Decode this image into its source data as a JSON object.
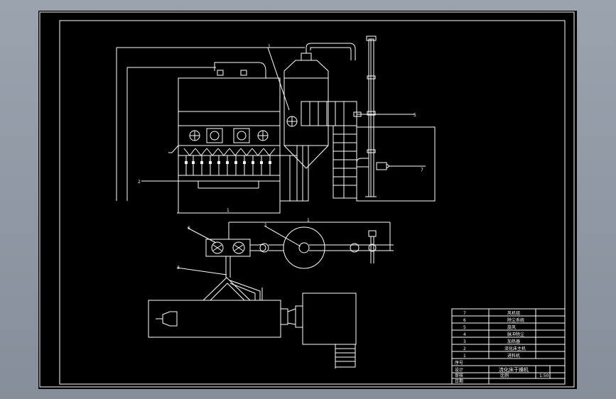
{
  "colors": {
    "background": "#8e97a3",
    "paper": "#000000",
    "line": "#ffffff"
  },
  "callouts": {
    "top_1": "1",
    "right_5": "5",
    "right_7": "7",
    "left_2": "2",
    "left_3": "3",
    "mid_1": "1",
    "mid_6": "6",
    "top_6": "6"
  },
  "title_block": {
    "rows": [
      {
        "no": "7",
        "name": "风机组"
      },
      {
        "no": "6",
        "name": "除尘系统"
      },
      {
        "no": "5",
        "name": "旋风"
      },
      {
        "no": "4",
        "name": "脉冲除尘"
      },
      {
        "no": "3",
        "name": "加热器"
      },
      {
        "no": "2",
        "name": "流化床主机"
      },
      {
        "no": "1",
        "name": "进料机"
      }
    ],
    "header_left": "序号",
    "title": "流化床干燥机",
    "designer_label": "设计",
    "designer": "",
    "checker_label": "审核",
    "checker": "",
    "scale_label": "比例",
    "scale": "1:50",
    "date_label": "日期",
    "date": ""
  }
}
